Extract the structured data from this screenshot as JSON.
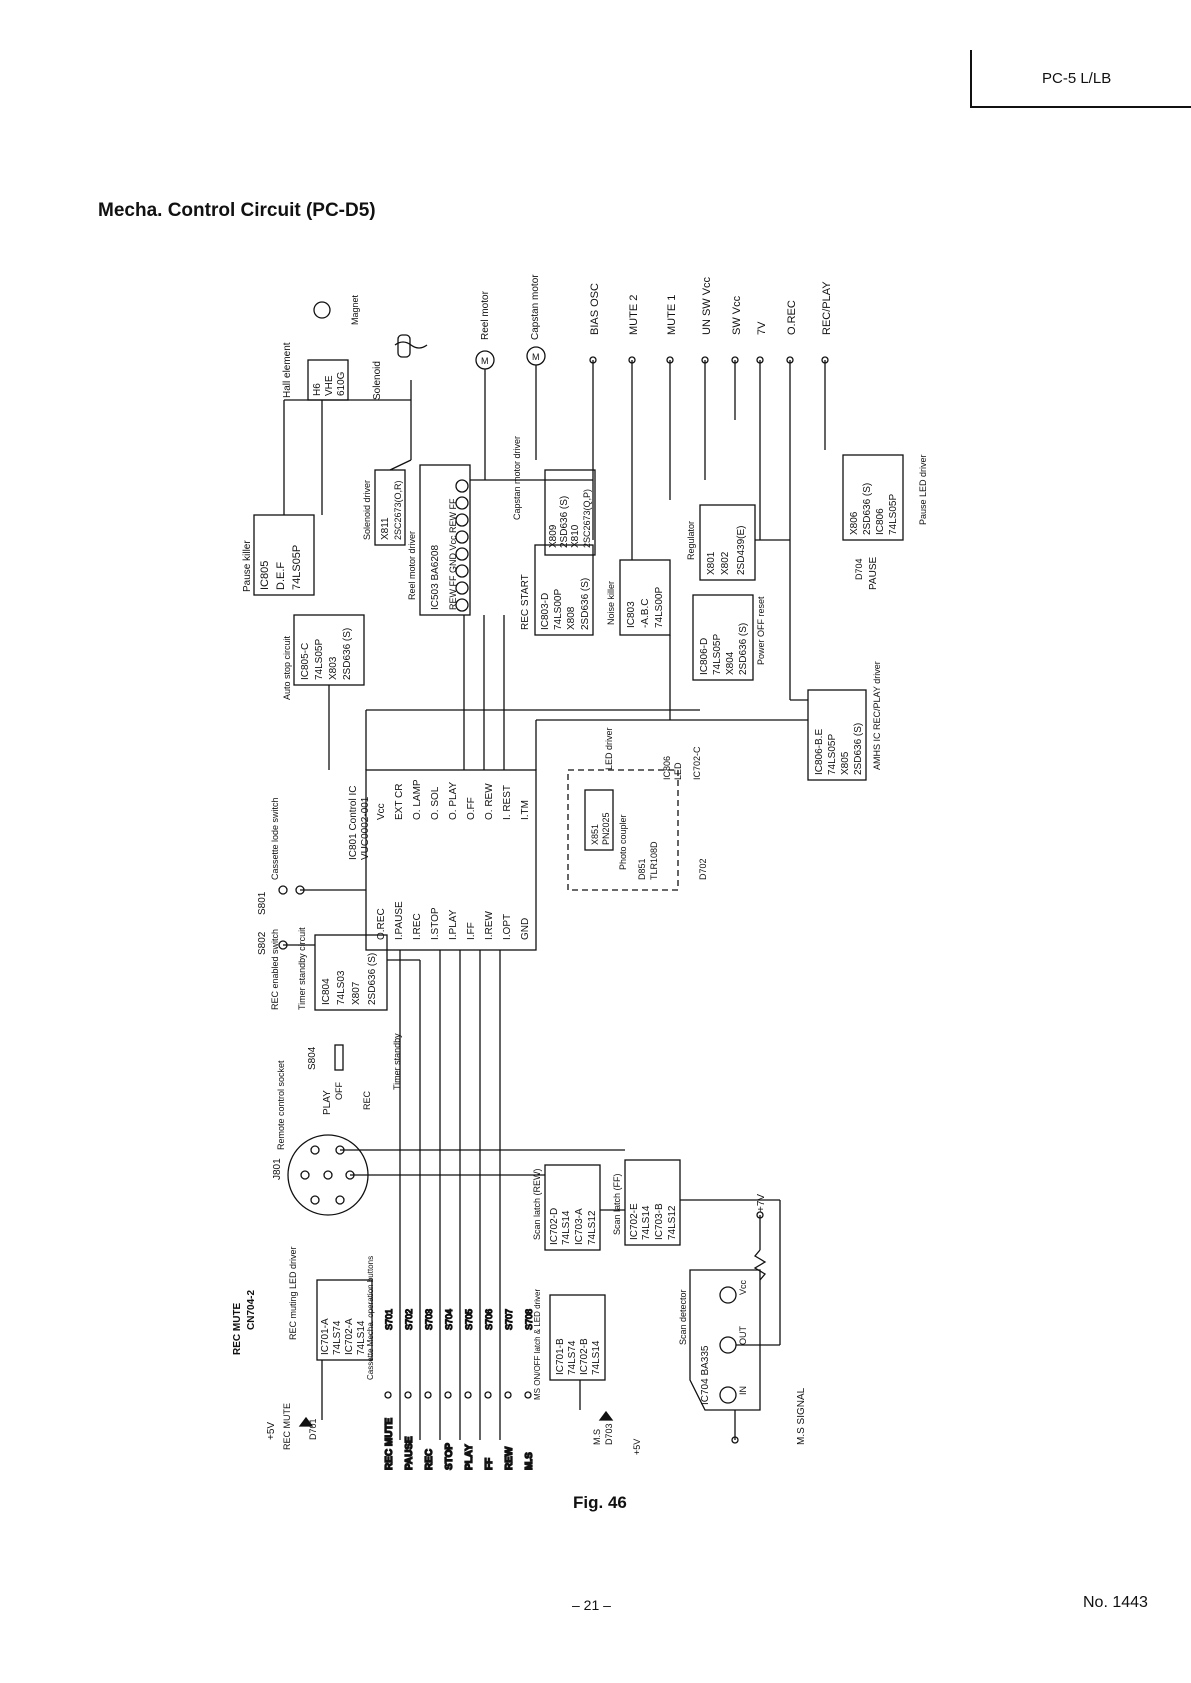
{
  "header": {
    "model": "PC-5 L/LB"
  },
  "title": "Mecha. Control Circuit (PC-D5)",
  "figure": "Fig. 46",
  "footer": {
    "page": "– 21 –",
    "doc_no": "No. 1443"
  },
  "signals": [
    "BIAS OSC",
    "MUTE 2",
    "MUTE 1",
    "UN SW Vcc",
    "SW Vcc",
    "7V",
    "O.REC",
    "REC/PLAY"
  ],
  "components": {
    "hall": {
      "caption": "Hall element",
      "l1": "H6",
      "l2": "VHE",
      "l3": "610G"
    },
    "magnet": "Magnet",
    "solenoid": "Solenoid",
    "reel_motor": "Reel motor",
    "capstan_motor": "Capstan motor",
    "pause_killer": {
      "caption": "Pause killer",
      "l1": "IC805",
      "l2": "D.E.F",
      "l3": "74LS05P"
    },
    "solenoid_driver": {
      "caption": "Solenoid driver",
      "l1": "X811",
      "l2": "2SC2673(O,R)"
    },
    "reel_driver": {
      "caption": "Reel motor driver",
      "l1": "IC503  BA6208",
      "pins": "REW FF  GND Vcc REW FF"
    },
    "capstan_driver": {
      "caption": "Capstan motor driver",
      "l1": "X809",
      "l2": "2SD636 (S)",
      "l3": "X810",
      "l4": "2SC2673(Q,P)"
    },
    "auto_stop": {
      "caption": "Auto stop circuit",
      "l1": "IC805-C",
      "l2": "74LS05P",
      "l3": "X803",
      "l4": "2SD636 (S)"
    },
    "rec_start": {
      "caption": "REC START",
      "l1": "IC803-D",
      "l2": "74LS00P",
      "l3": "X808",
      "l4": "2SD636 (S)"
    },
    "noise_killer": {
      "caption": "Noise killer",
      "l1": "IC803",
      "l2": "-A.B.C",
      "l3": "74LS00P"
    },
    "regulator": {
      "caption": "Regulator",
      "l1": "X801",
      "l2": "X802",
      "l3": "2SD439(E)"
    },
    "power_off": {
      "caption": "Power OFF reset",
      "l1": "IC806-D",
      "l2": "74LS05P",
      "l3": "X804",
      "l4": "2SD636 (S)"
    },
    "pause_led": {
      "caption": "Pause LED driver",
      "l1": "X806",
      "l2": "2SD636 (S)",
      "l3": "IC806",
      "l4": "74LS05P",
      "pause": "PAUSE",
      "d": "D704"
    },
    "rec_play_driver": {
      "caption": "AMHS IC REC/PLAY driver",
      "l1": "IC806-B.E",
      "l2": "74LS05P",
      "l3": "X805",
      "l4": "2SD636 (S)"
    },
    "control_ic": {
      "caption": "IC801 Control IC",
      "part": "VUC0002-001",
      "left_pins": [
        "O.REC",
        "I.PAUSE",
        "I.REC",
        "I.STOP",
        "I.PLAY",
        "I.FF",
        "I.REW",
        "I.OPT",
        "GND"
      ],
      "right_pins": [
        "Vcc",
        "EXT CR",
        "O. LAMP",
        "O. SOL",
        "O. PLAY",
        "O.FF",
        "O. REW",
        "I. REST",
        "I.TM"
      ]
    },
    "photo_coupler": {
      "caption": "Photo coupler",
      "l1": "X851",
      "l2": "PN2025",
      "d": "D851",
      "t": "TLR108D"
    },
    "led_driver": {
      "caption": "LED driver",
      "l1": "IC806",
      "l2": "LED",
      "l3": "IC702-C",
      "d": "D702"
    },
    "cassette_switch": {
      "ref": "S801",
      "caption": "Cassette lode switch"
    },
    "rec_switch": {
      "ref": "S802",
      "caption": "REC enabled switch"
    },
    "timer_standby": {
      "caption": "Timer standby circuit",
      "l1": "IC804",
      "l2": "74LS03",
      "l3": "X807",
      "l4": "2SD636 (S)"
    },
    "timer_switch": {
      "ref": "S804",
      "caption": "Timer standby",
      "play": "PLAY",
      "off": "OFF",
      "rec": "REC"
    },
    "remote": {
      "ref": "J801",
      "caption": "Remote control socket"
    },
    "scan_rew": {
      "caption": "Scan latch (REW)",
      "l1": "IC702-D",
      "l2": "74LS14",
      "l3": "IC703-A",
      "l4": "74LS12"
    },
    "scan_ff": {
      "caption": "Scan latch (FF)",
      "l1": "IC702-E",
      "l2": "74LS14",
      "l3": "IC703-B",
      "l4": "74LS12"
    },
    "scan_detector": {
      "caption": "Scan detector",
      "l1": "IC704  BA335",
      "in": "IN",
      "out": "OUT",
      "vcc": "Vcc",
      "v7": "+7V",
      "ms": "M.S SIGNAL"
    },
    "rec_mute": {
      "title": "REC MUTE",
      "cn": "CN704-2",
      "caption": "REC muting LED driver",
      "l1": "IC701-A",
      "l2": "74LS74",
      "l3": "IC702-A",
      "l4": "74LS14",
      "d": "D701",
      "led": "REC MUTE",
      "v5": "+5V"
    },
    "ms_latch": {
      "caption": "MS ON/OFF latch & LED driver",
      "l1": "IC701-B",
      "l2": "74LS74",
      "l3": "IC702-B",
      "l4": "74LS14",
      "d": "D703",
      "led": "M.S",
      "v5": "+5V"
    },
    "buttons": {
      "caption": "Cassette Mecha. operation buttons",
      "refs": [
        "S701",
        "S702",
        "S703",
        "S704",
        "S705",
        "S706",
        "S707",
        "S708"
      ],
      "labels": [
        "REC MUTE",
        "PAUSE",
        "REC",
        "STOP",
        "PLAY",
        "FF",
        "REW",
        "M.S"
      ]
    }
  }
}
